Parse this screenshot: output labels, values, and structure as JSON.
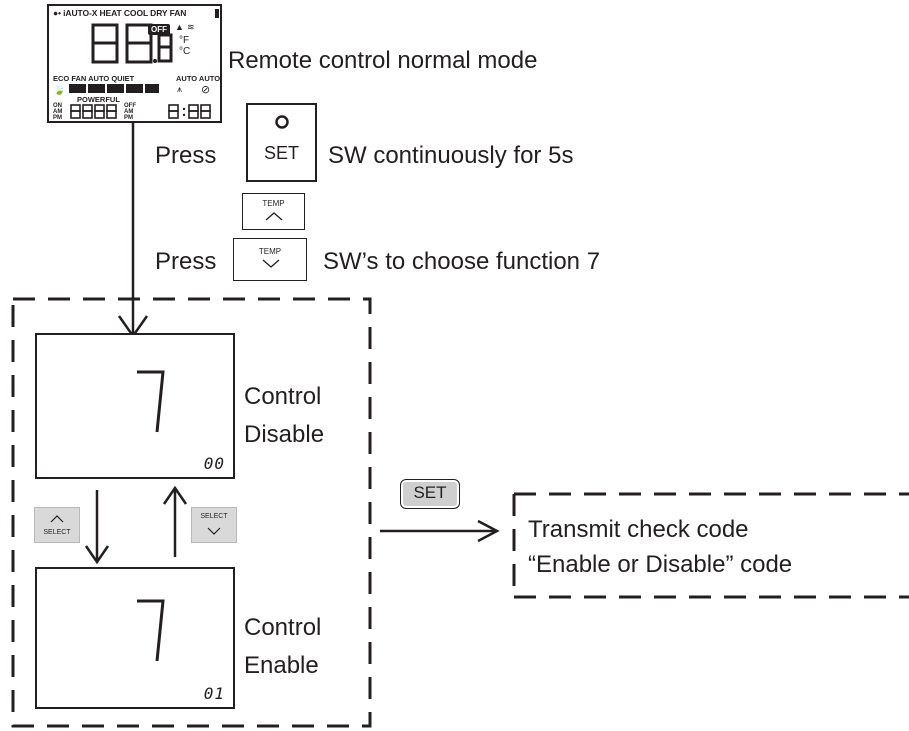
{
  "remote": {
    "mode_bar": "●• iAUTO-X HEAT COOL DRY FAN",
    "off_badge": "OFF",
    "temp_unit_f": "°F",
    "temp_unit_c": "°C",
    "fan_row": "ECO FAN AUTO QUIET",
    "auto_row": "AUTO AUTO",
    "powerful": "POWERFUL",
    "timer_on": "ON",
    "timer_am": "AM",
    "timer_pm": "PM",
    "timer_off": "OFF",
    "label": "Remote control normal mode"
  },
  "step1": {
    "press": "Press",
    "set_button": "SET",
    "text": "SW continuously for 5s"
  },
  "step2": {
    "press": "Press",
    "temp_up": "TEMP",
    "temp_down": "TEMP",
    "text": "SW’s to choose function 7"
  },
  "panel_disable": {
    "digit": "7",
    "code": "00",
    "label_line1": "Control",
    "label_line2": "Disable"
  },
  "panel_enable": {
    "digit": "7",
    "code": "01",
    "label_line1": "Control",
    "label_line2": "Enable"
  },
  "select_up": {
    "label": "SELECT"
  },
  "select_down": {
    "label": "SELECT"
  },
  "transmit": {
    "set_badge": "SET",
    "line1": "Transmit check code",
    "line2": "“Enable or Disable” code"
  }
}
